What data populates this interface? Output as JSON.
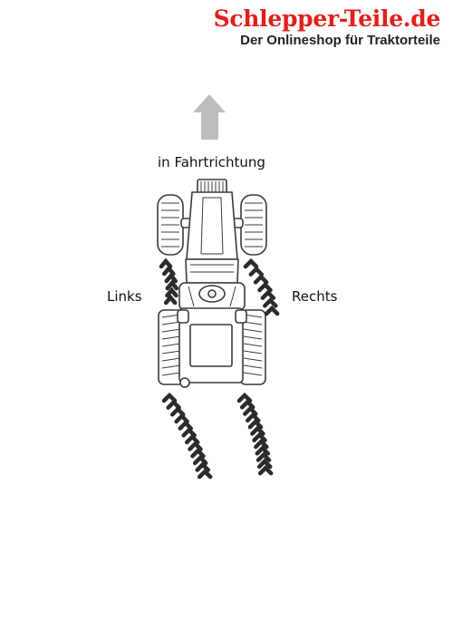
{
  "brand": {
    "title": "Schlepper-Teile.de",
    "subtitle": "Der Onlineshop für Traktorteile"
  },
  "labels": {
    "forward": "in Fahrtrichtung",
    "left": "Links",
    "right": "Rechts"
  },
  "icons": {
    "direction": "arrow-up-icon",
    "vehicle": "tractor-top-view-icon"
  },
  "colors": {
    "brand_red": "#e2201b",
    "brand_dark": "#222222",
    "arrow_gray": "#bdbdbd",
    "outline": "#3a3a3a",
    "tread": "#2b2b2b"
  }
}
